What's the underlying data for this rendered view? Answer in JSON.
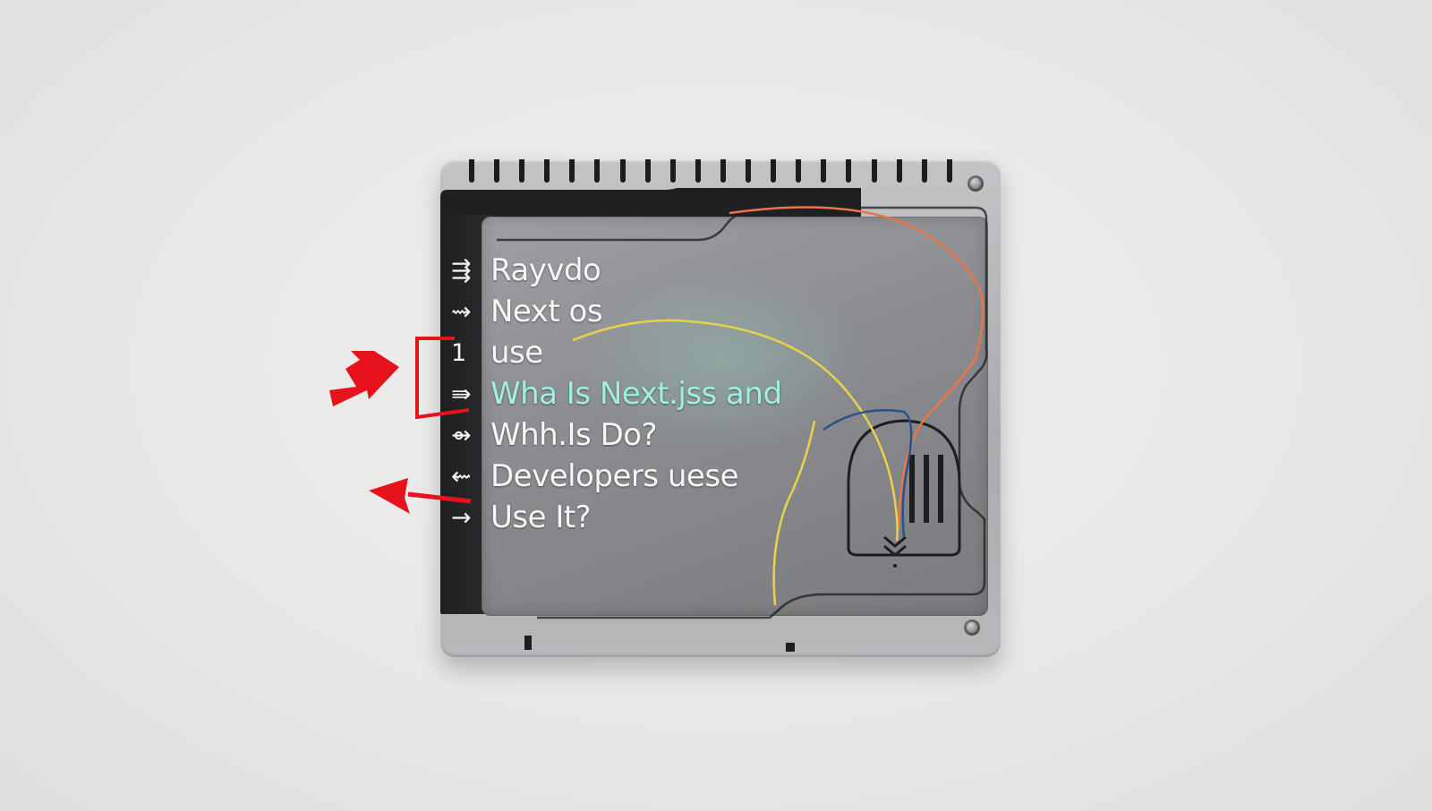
{
  "menu": {
    "items": [
      {
        "icon": "⇶",
        "label": "Rayvdo",
        "highlighted": false
      },
      {
        "icon": "⇝",
        "label": "Next os",
        "highlighted": false
      },
      {
        "icon": "1",
        "label": "use",
        "highlighted": false
      },
      {
        "icon": "⇛",
        "label": "Wha Is Next.jss and",
        "highlighted": true
      },
      {
        "icon": "⇴",
        "label": "Whh.Is Do?",
        "highlighted": false
      },
      {
        "icon": "⇜",
        "label": "Developers uese",
        "highlighted": false
      },
      {
        "icon": "→",
        "label": "Use It?",
        "highlighted": false
      }
    ]
  },
  "annotations": {
    "accent_color": "#e8121c",
    "wire_colors": [
      "#e8764a",
      "#e9d24a",
      "#2e4f8a",
      "#1d1d1f"
    ]
  },
  "colors": {
    "background": "#e8e8e7",
    "device_body": "#b3b5b7",
    "screen": "#8b8c8f",
    "highlight_text": "#9ff0e0"
  }
}
